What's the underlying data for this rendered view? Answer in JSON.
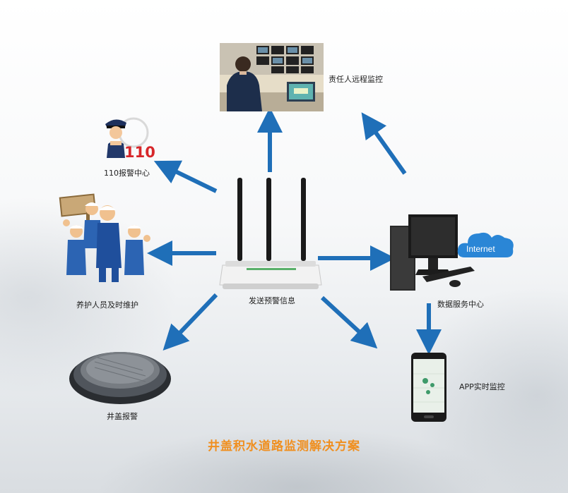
{
  "nodes": {
    "remote_monitor": "责任人远程监控",
    "police": "110报警中心",
    "police_badge": "110",
    "maintenance": "养护人员及时维护",
    "manhole": "井盖报警",
    "router": "发送预警信息",
    "data_center": "数据服务中心",
    "internet": "Internet",
    "app": "APP实时监控"
  },
  "title": "井盖积水道路监测解决方案",
  "colors": {
    "arrow": "#1f6fb8",
    "title": "#f08f1f",
    "cloud": "#2a86d6"
  }
}
